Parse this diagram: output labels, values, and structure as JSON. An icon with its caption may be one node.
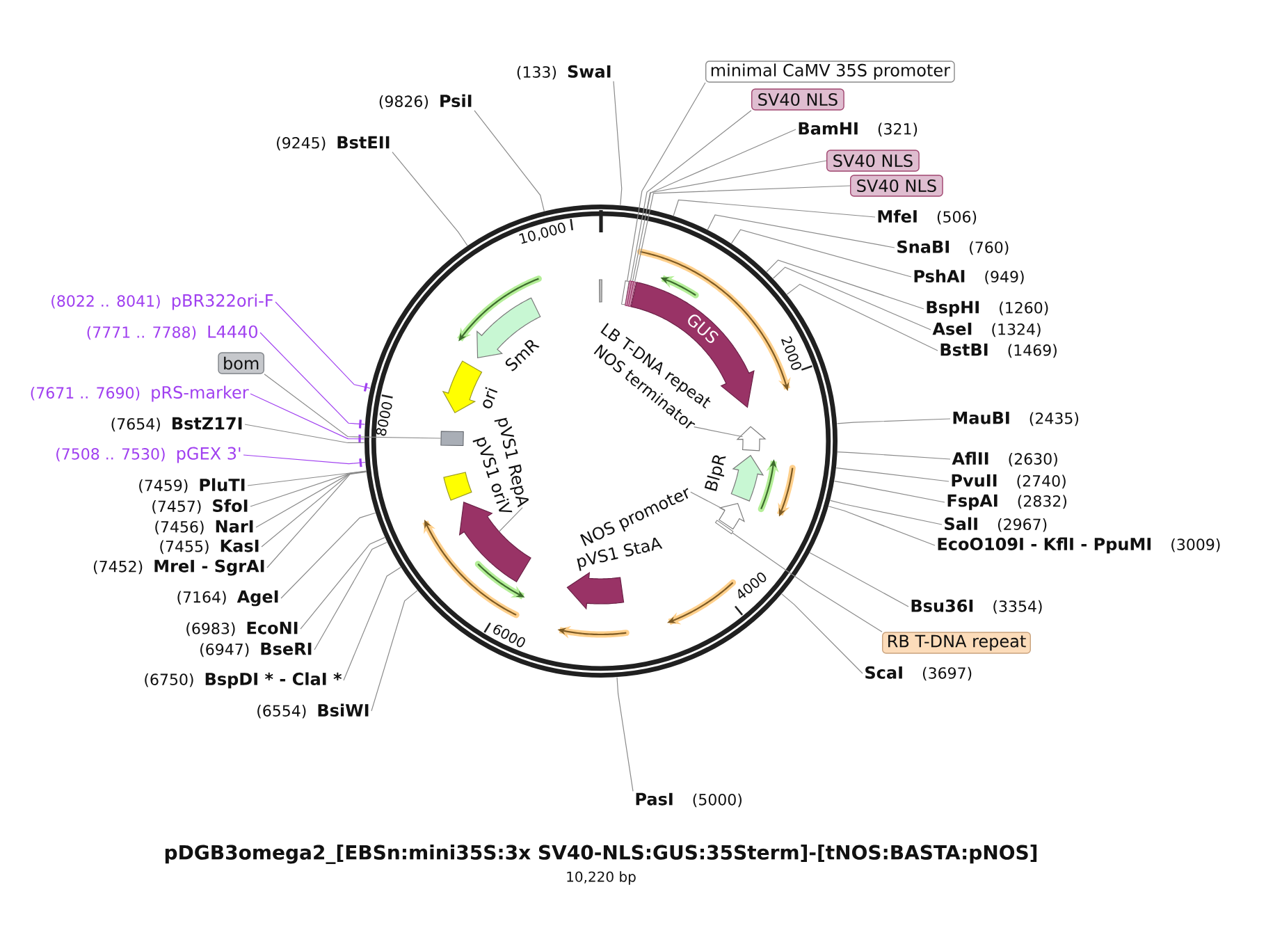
{
  "diagram": {
    "title": "pDGB3omega2_[EBSn:mini35S:3x SV40-NLS:GUS:35Sterm]-[tNOS:BASTA:pNOS]",
    "caption": "10,220 bp",
    "nodes": [
      {
        "text": [
          "(133)",
          "SwaI"
        ]
      },
      {
        "text": [
          "minimal CaMV 35S promoter"
        ]
      },
      {
        "text": [
          "SV40 NLS"
        ]
      },
      {
        "text": [
          "BamHI",
          "(321)"
        ]
      },
      {
        "text": [
          "SV40 NLS"
        ]
      },
      {
        "text": [
          "SV40 NLS"
        ]
      },
      {
        "text": [
          "MfeI",
          "(506)"
        ]
      },
      {
        "text": [
          "SnaBI",
          "(760)"
        ]
      },
      {
        "text": [
          "PshAI",
          "(949)"
        ]
      },
      {
        "text": [
          "BspHI",
          "(1260)"
        ]
      },
      {
        "text": [
          "AseI",
          "(1324)"
        ]
      },
      {
        "text": [
          "BstBI",
          "(1469)"
        ]
      },
      {
        "text": [
          "MauBI",
          "(2435)"
        ]
      },
      {
        "text": [
          "AflII",
          "(2630)"
        ]
      },
      {
        "text": [
          "PvuII",
          "(2740)"
        ]
      },
      {
        "text": [
          "FspAI",
          "(2832)"
        ]
      },
      {
        "text": [
          "SalI",
          "(2967)"
        ]
      },
      {
        "text": [
          "EcoO109I - KflI - PpuMI",
          "(3009)"
        ]
      },
      {
        "text": [
          "Bsu36I",
          "(3354)"
        ]
      },
      {
        "text": [
          "RB T-DNA repeat"
        ]
      },
      {
        "text": [
          "ScaI",
          "(3697)"
        ]
      },
      {
        "text": [
          "PasI",
          "(5000)"
        ]
      },
      {
        "text": [
          "(6554)",
          "BsiWI"
        ]
      },
      {
        "text": [
          "(6750)",
          "BspDI * - ClaI *"
        ]
      },
      {
        "text": [
          "(6947)",
          "BseRI"
        ]
      },
      {
        "text": [
          "(6983)",
          "EcoNI"
        ]
      },
      {
        "text": [
          "(7164)",
          "AgeI"
        ]
      },
      {
        "text": [
          "(7452)",
          "MreI - SgrAI"
        ]
      },
      {
        "text": [
          "(7455)",
          "KasI"
        ]
      },
      {
        "text": [
          "(7456)",
          "NarI"
        ]
      },
      {
        "text": [
          "(7457)",
          "SfoI"
        ]
      },
      {
        "text": [
          "(7459)",
          "PluTI"
        ]
      },
      {
        "text": [
          "(7508 .. 7530)",
          "pGEX 3'"
        ]
      },
      {
        "text": [
          "(7654)",
          "BstZ17I"
        ]
      },
      {
        "text": [
          "(7671 .. 7690)",
          "pRS-marker"
        ]
      },
      {
        "text": [
          "bom"
        ]
      },
      {
        "text": [
          "(7771 .. 7788)",
          "L4440"
        ]
      },
      {
        "text": [
          "(8022 .. 8041)",
          "pBR322ori-F"
        ]
      },
      {
        "text": [
          "(9245)",
          "BstEII"
        ]
      },
      {
        "text": [
          "(9826)",
          "PsiI"
        ]
      },
      {
        "text": [],
        "shape": "circle"
      },
      {
        "text": [
          "GUS"
        ],
        "in": 40
      },
      {
        "text": [
          "LB T-DNA repeat"
        ],
        "in": 40
      },
      {
        "text": [
          "NOS terminator"
        ],
        "in": 40
      },
      {
        "text": [],
        "shape": "arrow",
        "in": 40
      },
      {
        "text": [
          "BlpR"
        ],
        "in": 40
      },
      {
        "text": [
          "NOS promoter"
        ],
        "in": 40
      },
      {
        "text": [],
        "shape": "arrow",
        "in": 40
      },
      {
        "text": [
          "pVS1 StaA"
        ],
        "in": 40
      },
      {
        "text": [
          "pVS1 RepA"
        ],
        "in": 40
      },
      {
        "text": [],
        "shape": "arrow",
        "in": 40
      },
      {
        "text": [
          "pVS1 oriV"
        ],
        "in": 40
      },
      {
        "text": [],
        "shape": "box",
        "in": 40
      },
      {
        "text": [
          "ori"
        ],
        "in": 40
      },
      {
        "text": [
          "SmR"
        ],
        "in": 40
      },
      {
        "text": [],
        "shape": "bar",
        "in": 40
      },
      {
        "text": [],
        "shape": "bar",
        "in": 40
      },
      {
        "text": [],
        "shape": "bar",
        "in": 40
      },
      {
        "text": [],
        "shape": "bar",
        "in": 40
      },
      {
        "text": [],
        "shape": "bar",
        "in": 40
      }
    ],
    "edges": [
      {
        "from": 0,
        "to": 40,
        "arrow": "none"
      },
      {
        "from": 1,
        "to": 55,
        "arrow": "none"
      },
      {
        "from": 2,
        "to": 56,
        "arrow": "none"
      },
      {
        "from": 3,
        "to": 40,
        "arrow": "none"
      },
      {
        "from": 4,
        "to": 57,
        "arrow": "none"
      },
      {
        "from": 5,
        "to": 58,
        "arrow": "none"
      },
      {
        "from": 6,
        "to": 40,
        "arrow": "none"
      },
      {
        "from": 7,
        "to": 40,
        "arrow": "none"
      },
      {
        "from": 8,
        "to": 40,
        "arrow": "none"
      },
      {
        "from": 9,
        "to": 40,
        "arrow": "none"
      },
      {
        "from": 10,
        "to": 40,
        "arrow": "none"
      },
      {
        "from": 11,
        "to": 40,
        "arrow": "none"
      },
      {
        "from": 12,
        "to": 40,
        "arrow": "none"
      },
      {
        "from": 13,
        "to": 40,
        "arrow": "none"
      },
      {
        "from": 14,
        "to": 40,
        "arrow": "none"
      },
      {
        "from": 15,
        "to": 40,
        "arrow": "none"
      },
      {
        "from": 16,
        "to": 40,
        "arrow": "none"
      },
      {
        "from": 17,
        "to": 40,
        "arrow": "none"
      },
      {
        "from": 18,
        "to": 40,
        "arrow": "none"
      },
      {
        "from": 19,
        "to": 59,
        "arrow": "none"
      },
      {
        "from": 20,
        "to": 40,
        "arrow": "none"
      },
      {
        "from": 21,
        "to": 40,
        "arrow": "none"
      },
      {
        "from": 22,
        "to": 40,
        "arrow": "none"
      },
      {
        "from": 23,
        "to": 40,
        "arrow": "none"
      },
      {
        "from": 24,
        "to": 40,
        "arrow": "none"
      },
      {
        "from": 25,
        "to": 40,
        "arrow": "none"
      },
      {
        "from": 26,
        "to": 40,
        "arrow": "none"
      },
      {
        "from": 27,
        "to": 40,
        "arrow": "none"
      },
      {
        "from": 28,
        "to": 40,
        "arrow": "none"
      },
      {
        "from": 29,
        "to": 40,
        "arrow": "none"
      },
      {
        "from": 30,
        "to": 40,
        "arrow": "none"
      },
      {
        "from": 31,
        "to": 40,
        "arrow": "none"
      },
      {
        "from": 32,
        "to": 40,
        "arrow": "none",
        "color": "#a040f0"
      },
      {
        "from": 33,
        "to": 40,
        "arrow": "none"
      },
      {
        "from": 34,
        "to": 40,
        "arrow": "none",
        "color": "#a040f0"
      },
      {
        "from": 35,
        "to": 52,
        "arrow": "none"
      },
      {
        "from": 36,
        "to": 40,
        "arrow": "none",
        "color": "#a040f0"
      },
      {
        "from": 37,
        "to": 40,
        "arrow": "none",
        "color": "#a040f0"
      },
      {
        "from": 38,
        "to": 40,
        "arrow": "none"
      },
      {
        "from": 39,
        "to": 40,
        "arrow": "none"
      },
      {
        "from": 43,
        "to": 44,
        "arrow": "none"
      },
      {
        "from": 46,
        "to": 47,
        "arrow": "none"
      },
      {
        "from": 49,
        "to": 50,
        "arrow": "none"
      }
    ],
    "labels": [
      "10,000",
      "2000",
      "4000",
      "6000",
      "8000"
    ]
  }
}
